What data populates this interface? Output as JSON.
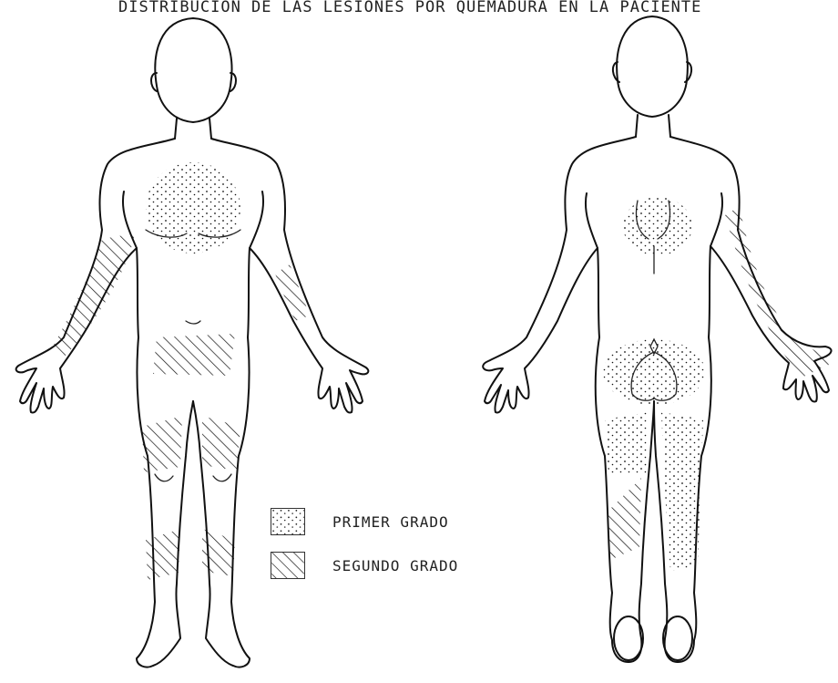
{
  "title": "DISTRIBUCION DE LAS LESIONES POR QUEMADURA EN LA PACIENTE",
  "legend": [
    {
      "label": "PRIMER GRADO",
      "pattern": "dots"
    },
    {
      "label": "SEGUNDO GRADO",
      "pattern": "hatch"
    }
  ],
  "colors": {
    "ink": "#111111",
    "background": "#ffffff"
  }
}
